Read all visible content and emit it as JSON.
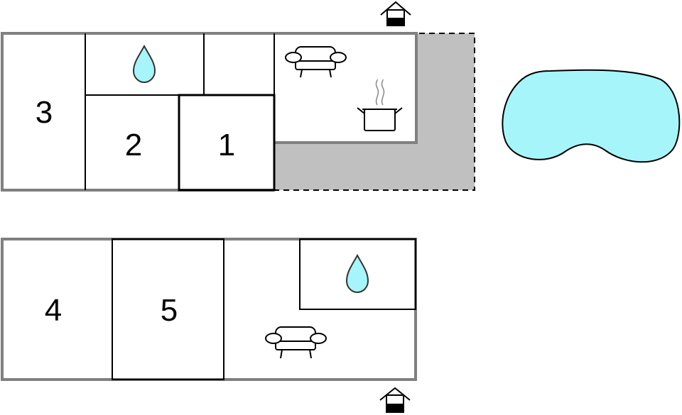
{
  "floorplan": {
    "upper_floor": {
      "rooms": [
        {
          "number": "3"
        },
        {
          "number": "2"
        },
        {
          "number": "1"
        }
      ],
      "icons": [
        "water-drop-icon",
        "sofa-icon",
        "cooking-pot-icon",
        "entrance-icon"
      ],
      "terrace": "covered-terrace"
    },
    "lower_floor": {
      "rooms": [
        {
          "number": "4"
        },
        {
          "number": "5"
        }
      ],
      "icons": [
        "water-drop-icon",
        "sofa-icon",
        "entrance-icon"
      ]
    },
    "pool": "swimming-pool"
  },
  "colors": {
    "wall_outer": "#808080",
    "wall_inner": "#000000",
    "terrace": "#c0c0c0",
    "pool_fill": "#a6f5fb",
    "water_fill": "#a6f5fb"
  }
}
